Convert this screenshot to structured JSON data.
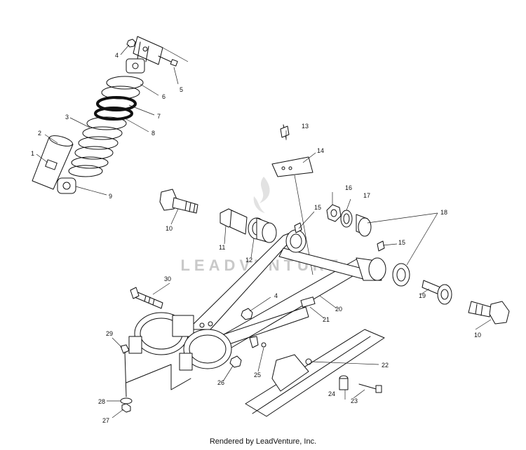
{
  "watermark": {
    "text": "LEADVENTURE"
  },
  "footer": {
    "text": "Rendered by LeadVenture, Inc."
  },
  "callouts": {
    "c1": "1",
    "c2": "2",
    "c3": "3",
    "c4a": "4",
    "c4b": "4",
    "c5": "5",
    "c6": "6",
    "c7": "7",
    "c8": "8",
    "c9": "9",
    "c10a": "10",
    "c10b": "10",
    "c11": "11",
    "c12": "12",
    "c13": "13",
    "c14": "14",
    "c15a": "15",
    "c15b": "15",
    "c16": "16",
    "c17": "17",
    "c18": "18",
    "c19": "19",
    "c20": "20",
    "c21": "21",
    "c22": "22",
    "c23": "23",
    "c24": "24",
    "c25": "25",
    "c26": "26",
    "c27": "27",
    "c28": "28",
    "c29": "29",
    "c30": "30"
  }
}
